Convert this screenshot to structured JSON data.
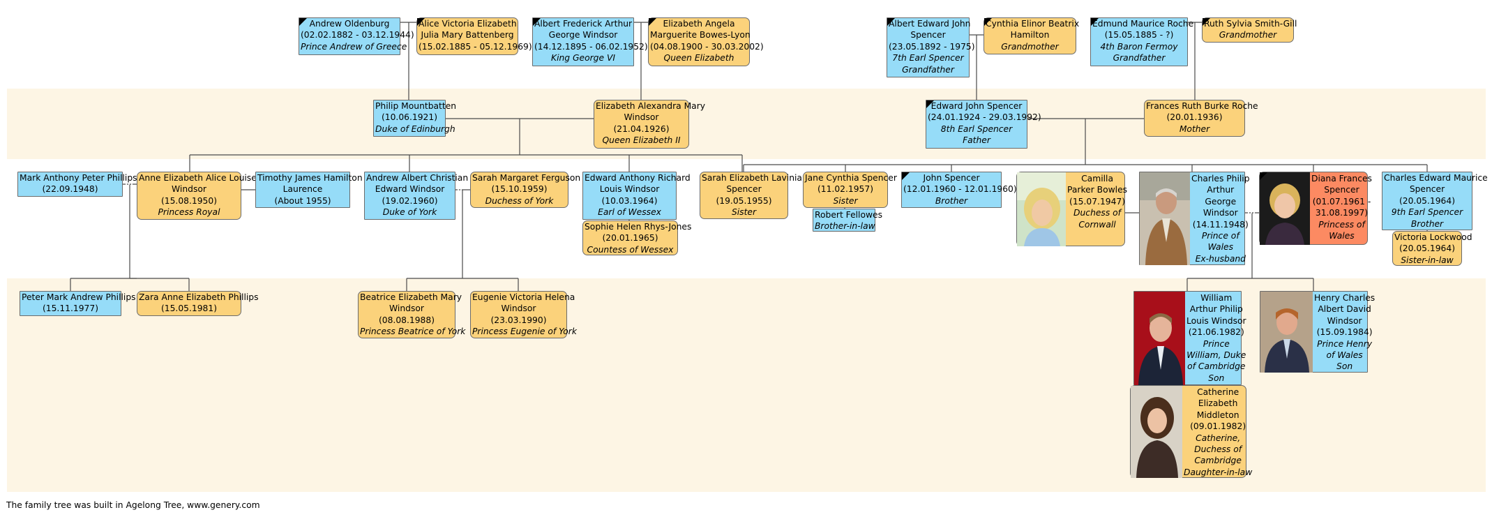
{
  "people": {
    "andrew_oldenburg": {
      "sex": "male",
      "deceased": true,
      "lines": [
        "Andrew Oldenburg",
        "(02.02.1882 - 03.12.1944)"
      ],
      "desc": [
        "Prince Andrew of Greece"
      ]
    },
    "alice_battenberg": {
      "sex": "female",
      "deceased": true,
      "lines": [
        "Alice Victoria Elizabeth",
        "Julia Mary Battenberg",
        "(15.02.1885 - 05.12.1969)"
      ],
      "desc": []
    },
    "george_vi": {
      "sex": "male",
      "deceased": true,
      "lines": [
        "Albert Frederick Arthur",
        "George Windsor",
        "(14.12.1895 - 06.02.1952)"
      ],
      "desc": [
        "King George VI"
      ]
    },
    "elizabeth_bowes_lyon": {
      "sex": "female",
      "deceased": true,
      "lines": [
        "Elizabeth Angela",
        "Marguerite Bowes-Lyon",
        "(04.08.1900 - 30.03.2002)"
      ],
      "desc": [
        "Queen Elizabeth"
      ]
    },
    "albert_spencer": {
      "sex": "male",
      "deceased": true,
      "lines": [
        "Albert Edward John",
        "Spencer",
        "(23.05.1892 - 1975)"
      ],
      "desc": [
        "7th Earl Spencer",
        "Grandfather"
      ]
    },
    "cynthia_hamilton": {
      "sex": "female",
      "deceased": true,
      "lines": [
        "Cynthia Elinor Beatrix",
        "Hamilton"
      ],
      "desc": [
        "Grandmother"
      ]
    },
    "edmund_roche": {
      "sex": "male",
      "deceased": true,
      "lines": [
        "Edmund Maurice Roche",
        "(15.05.1885 - ?)"
      ],
      "desc": [
        "4th Baron Fermoy",
        "Grandfather"
      ]
    },
    "ruth_gill": {
      "sex": "female",
      "deceased": true,
      "lines": [
        "Ruth Sylvia Smith-Gill"
      ],
      "desc": [
        "Grandmother"
      ]
    },
    "philip": {
      "sex": "male",
      "deceased": false,
      "lines": [
        "Philip Mountbatten",
        "(10.06.1921)"
      ],
      "desc": [
        "Duke of Edinburgh"
      ]
    },
    "elizabeth_ii": {
      "sex": "female",
      "deceased": false,
      "lines": [
        "Elizabeth Alexandra Mary",
        "Windsor",
        "(21.04.1926)"
      ],
      "desc": [
        "Queen Elizabeth II"
      ]
    },
    "edward_spencer": {
      "sex": "male",
      "deceased": true,
      "lines": [
        "Edward John Spencer",
        "(24.01.1924 - 29.03.1992)"
      ],
      "desc": [
        "8th Earl Spencer",
        "Father"
      ]
    },
    "frances_roche": {
      "sex": "female",
      "deceased": false,
      "lines": [
        "Frances Ruth Burke Roche",
        "(20.01.1936)"
      ],
      "desc": [
        "Mother"
      ]
    },
    "mark_phillips": {
      "sex": "male",
      "deceased": false,
      "lines": [
        "Mark Anthony Peter Phillips",
        "(22.09.1948)"
      ],
      "desc": []
    },
    "anne": {
      "sex": "female",
      "deceased": false,
      "lines": [
        "Anne Elizabeth Alice Louise",
        "Windsor",
        "(15.08.1950)"
      ],
      "desc": [
        "Princess Royal"
      ]
    },
    "timothy_laurence": {
      "sex": "male",
      "deceased": false,
      "lines": [
        "Timothy James Hamilton",
        "Laurence",
        "(About 1955)"
      ],
      "desc": []
    },
    "andrew_york": {
      "sex": "male",
      "deceased": false,
      "lines": [
        "Andrew Albert Christian",
        "Edward Windsor",
        "(19.02.1960)"
      ],
      "desc": [
        "Duke of York"
      ]
    },
    "sarah_ferguson": {
      "sex": "female",
      "deceased": false,
      "lines": [
        "Sarah Margaret Ferguson",
        "(15.10.1959)"
      ],
      "desc": [
        "Duchess of York"
      ]
    },
    "edward_wessex": {
      "sex": "male",
      "deceased": false,
      "lines": [
        "Edward Anthony Richard",
        "Louis Windsor",
        "(10.03.1964)"
      ],
      "desc": [
        "Earl of Wessex"
      ]
    },
    "sophie": {
      "sex": "female",
      "deceased": false,
      "lines": [
        "Sophie Helen Rhys-Jones",
        "(20.01.1965)"
      ],
      "desc": [
        "Countess of Wessex"
      ]
    },
    "sarah_spencer": {
      "sex": "female",
      "deceased": false,
      "lines": [
        "Sarah Elizabeth Lavinia",
        "Spencer",
        "(19.05.1955)"
      ],
      "desc": [
        "Sister"
      ]
    },
    "jane_spencer": {
      "sex": "female",
      "deceased": false,
      "lines": [
        "Jane Cynthia Spencer",
        "(11.02.1957)"
      ],
      "desc": [
        "Sister"
      ]
    },
    "robert_fellowes": {
      "sex": "male",
      "deceased": false,
      "lines": [
        "Robert Fellowes"
      ],
      "desc": [
        "Brother-in-law"
      ]
    },
    "john_spencer": {
      "sex": "male",
      "deceased": true,
      "lines": [
        "John Spencer",
        "(12.01.1960 - 12.01.1960)"
      ],
      "desc": [
        "Brother"
      ]
    },
    "camilla": {
      "sex": "female",
      "deceased": false,
      "lines": [
        "Camilla",
        "Parker Bowles",
        "(15.07.1947)"
      ],
      "desc": [
        "Duchess of",
        "Cornwall"
      ]
    },
    "charles": {
      "sex": "male",
      "deceased": false,
      "lines": [
        "Charles Philip",
        "Arthur",
        "George",
        "Windsor",
        "(14.11.1948)"
      ],
      "desc": [
        "Prince of",
        "Wales",
        "Ex-husband"
      ]
    },
    "diana": {
      "sex": "female",
      "deceased": true,
      "lines": [
        "Diana Frances",
        "Spencer",
        "(01.07.1961 -",
        "31.08.1997)"
      ],
      "desc": [
        "Princess of",
        "Wales"
      ]
    },
    "charles_spencer": {
      "sex": "male",
      "deceased": false,
      "lines": [
        "Charles Edward Maurice",
        "Spencer",
        "(20.05.1964)"
      ],
      "desc": [
        "9th Earl Spencer",
        "Brother"
      ]
    },
    "victoria_lockwood": {
      "sex": "female",
      "deceased": false,
      "lines": [
        "Victoria Lockwood",
        "(20.05.1964)"
      ],
      "desc": [
        "Sister-in-law"
      ]
    },
    "peter_phillips": {
      "sex": "male",
      "deceased": false,
      "lines": [
        "Peter Mark Andrew Phillips",
        "(15.11.1977)"
      ],
      "desc": []
    },
    "zara_phillips": {
      "sex": "female",
      "deceased": false,
      "lines": [
        "Zara Anne Elizabeth Phillips",
        "(15.05.1981)"
      ],
      "desc": []
    },
    "beatrice": {
      "sex": "female",
      "deceased": false,
      "lines": [
        "Beatrice Elizabeth Mary",
        "Windsor",
        "(08.08.1988)"
      ],
      "desc": [
        "Princess Beatrice of York"
      ]
    },
    "eugenie": {
      "sex": "female",
      "deceased": false,
      "lines": [
        "Eugenie Victoria Helena",
        "Windsor",
        "(23.03.1990)"
      ],
      "desc": [
        "Princess Eugenie of York"
      ]
    },
    "william": {
      "sex": "male",
      "deceased": false,
      "lines": [
        "William",
        "Arthur Philip",
        "Louis Windsor",
        "(21.06.1982)"
      ],
      "desc": [
        "Prince",
        "William, Duke",
        "of Cambridge",
        "Son"
      ]
    },
    "harry": {
      "sex": "male",
      "deceased": false,
      "lines": [
        "Henry Charles",
        "Albert David",
        "Windsor",
        "(15.09.1984)"
      ],
      "desc": [
        "Prince Henry",
        "of Wales",
        "Son"
      ]
    },
    "catherine": {
      "sex": "female",
      "deceased": false,
      "lines": [
        "Catherine",
        "Elizabeth",
        "Middleton",
        "(09.01.1982)"
      ],
      "desc": [
        "Catherine,",
        "Duchess of",
        "Cambridge",
        "Daughter-in-law"
      ]
    }
  },
  "footer": "The family tree was built in Agelong Tree, www.genery.com",
  "colors": {
    "male": "#96dcf8",
    "female": "#fbd27b",
    "highlight": "#fc8a62",
    "band": "#fdf5e4",
    "line": "#4a4a4a"
  }
}
